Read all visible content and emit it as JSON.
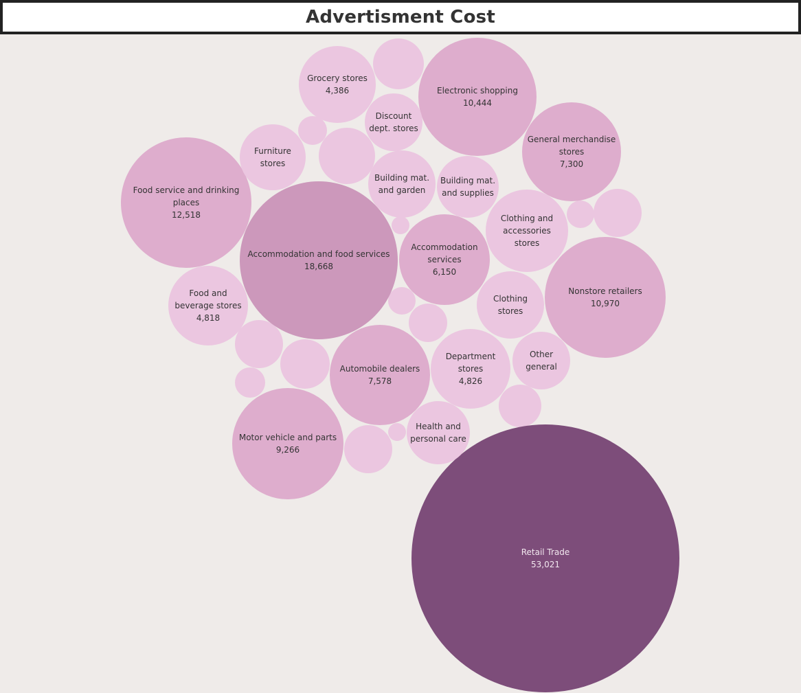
{
  "title": "Advertisment Cost",
  "colors": {
    "background": "#efebe9",
    "title_bg": "#ffffff",
    "title_border": "#222222",
    "bubble_light": "#ebc6e0",
    "bubble_mid": "#deadcd",
    "bubble_dark": "#cc98bb",
    "bubble_max": "#7d4d7a",
    "label_dark": "#333333",
    "label_light": "#f2e8ef"
  },
  "chart_data": {
    "type": "bubble",
    "title": "Advertisment Cost",
    "items": [
      {
        "name": "Retail Trade",
        "value": 53021
      },
      {
        "name": "Accommodation and food services",
        "value": 18668
      },
      {
        "name": "Food service and drinking places",
        "value": 12518
      },
      {
        "name": "Nonstore retailers",
        "value": 10970
      },
      {
        "name": "Electronic shopping",
        "value": 10444
      },
      {
        "name": "Motor vehicle and parts",
        "value": 9266
      },
      {
        "name": "Automobile dealers",
        "value": 7578
      },
      {
        "name": "General merchandise stores",
        "value": 7300
      },
      {
        "name": "Accommodation services",
        "value": 6150
      },
      {
        "name": "Department stores",
        "value": 4826
      },
      {
        "name": "Food and beverage stores",
        "value": 4818
      },
      {
        "name": "Grocery stores",
        "value": 4386
      },
      {
        "name": "Clothing and accessories stores",
        "value": null
      },
      {
        "name": "Clothing stores",
        "value": null
      },
      {
        "name": "Building mat. and garden",
        "value": null
      },
      {
        "name": "Building mat. and supplies",
        "value": null
      },
      {
        "name": "Furniture stores",
        "value": null
      },
      {
        "name": "Discount dept. stores",
        "value": null
      },
      {
        "name": "Health and personal care",
        "value": null
      },
      {
        "name": "Other general",
        "value": null
      }
    ]
  }
}
